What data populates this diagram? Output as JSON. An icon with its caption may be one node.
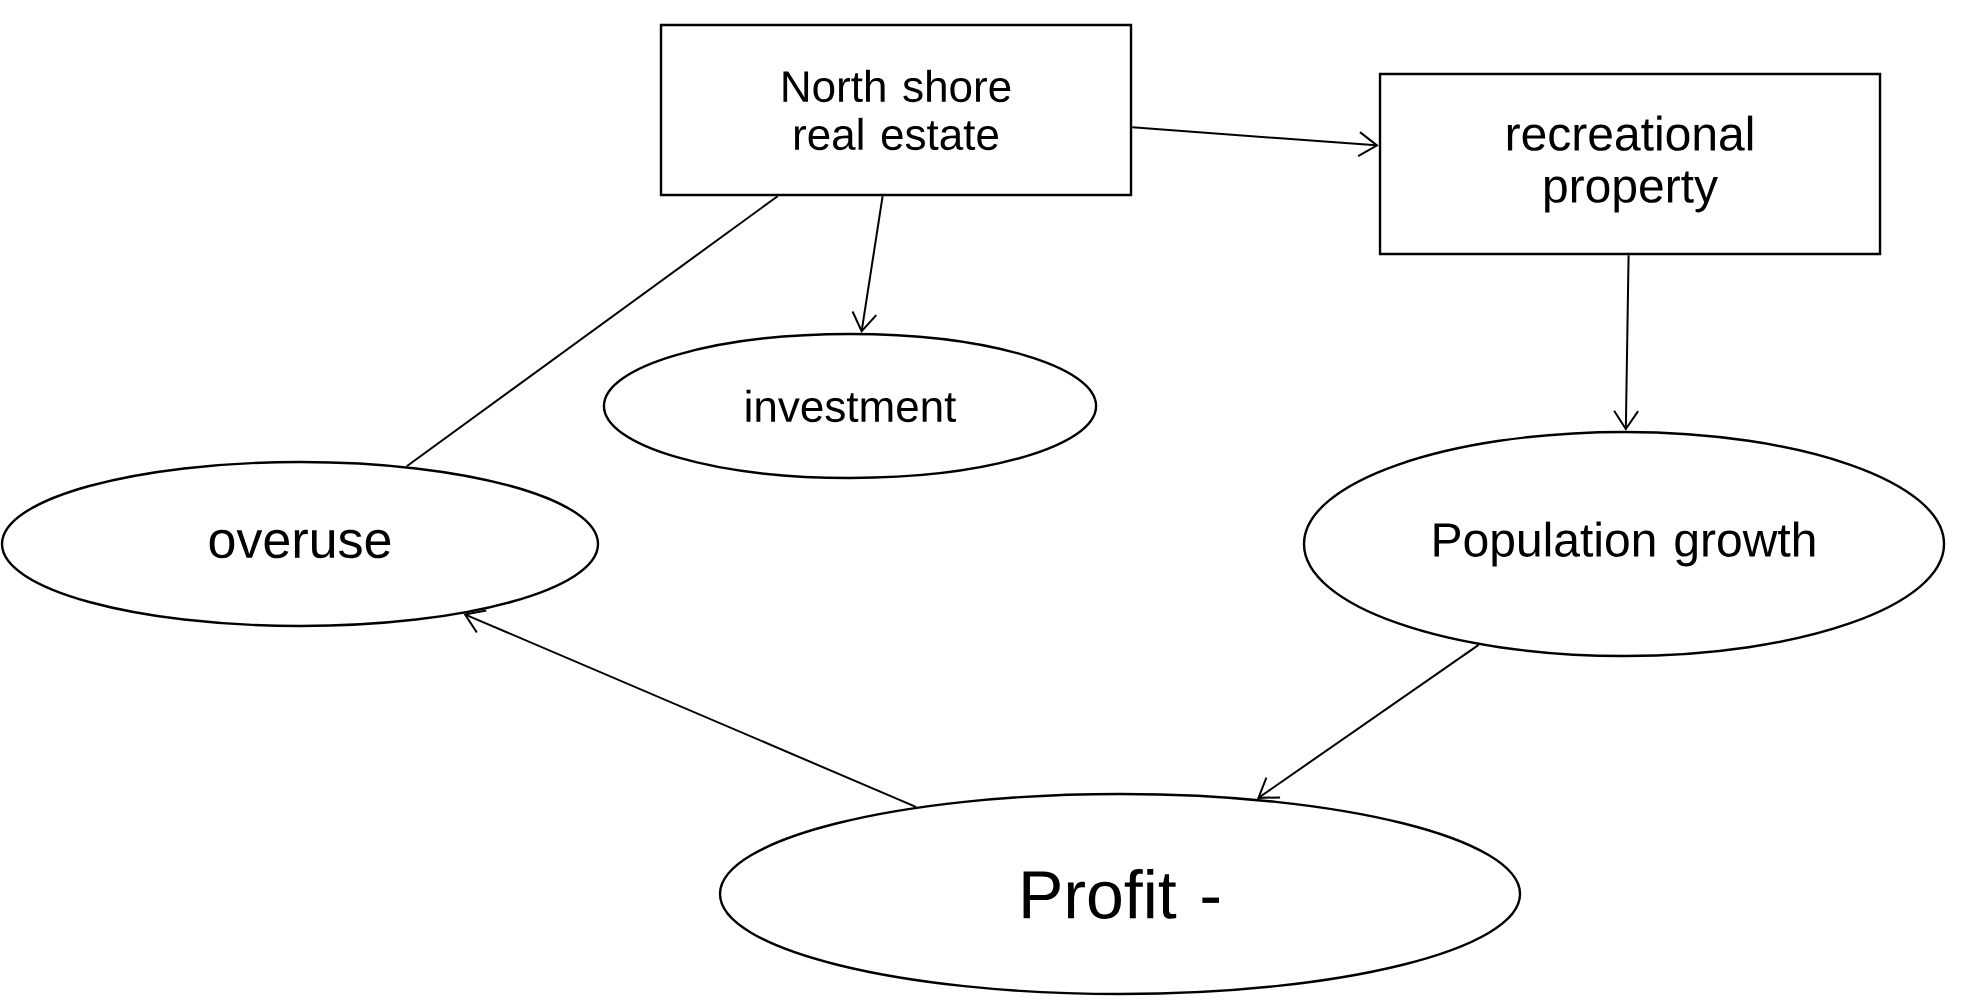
{
  "diagram": {
    "nodes": [
      {
        "text": [
          "North shore real estate"
        ]
      },
      {
        "text": [
          "recreational property"
        ]
      },
      {
        "text": [
          "investment"
        ]
      },
      {
        "text": [
          "overuse"
        ]
      },
      {
        "text": [
          "Population growth"
        ]
      },
      {
        "text": [
          "Profit -"
        ]
      }
    ],
    "edges": [
      {
        "from": 0,
        "to": 1,
        "arrow": "to"
      },
      {
        "from": 0,
        "to": 2,
        "arrow": "to"
      },
      {
        "from": 1,
        "to": 4,
        "arrow": "to"
      },
      {
        "from": 4,
        "to": 5,
        "arrow": "to"
      },
      {
        "from": 5,
        "to": 3,
        "arrow": "to"
      },
      {
        "from": 3,
        "to": 0,
        "arrow": "none"
      }
    ]
  }
}
